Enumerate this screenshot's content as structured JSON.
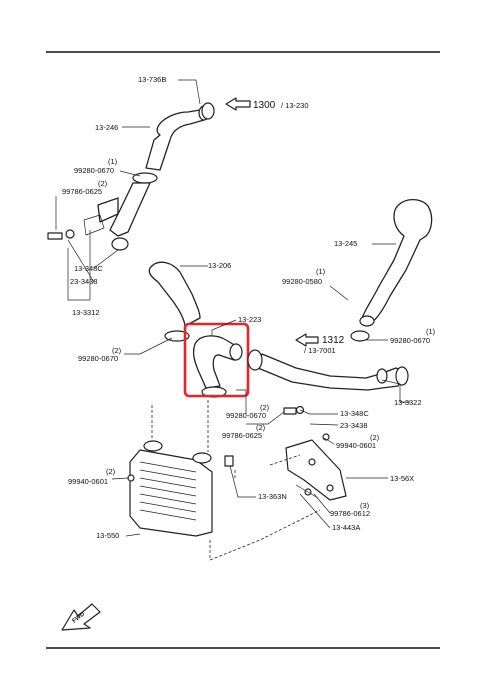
{
  "diagram": {
    "highlight_color": "#e8232a",
    "fwd_label": "FWD",
    "callouts": {
      "p13736b": "13-736B",
      "ref1300": "1300",
      "ref13230": "/ 13-230",
      "p13246": "13-246",
      "q1a": "(1)",
      "p992800670a": "99280-0670",
      "q2a": "(2)",
      "p997860625a": "99786-0625",
      "p13348ca": "13-348C",
      "p233438a": "23-3438",
      "p133312": "13-3312",
      "p13206": "13-206",
      "q2b": "(2)",
      "p992800670b": "99280-0670",
      "p13223": "13-223",
      "p13245": "13-245",
      "q1b": "(1)",
      "p992800580": "99280-0580",
      "q1c": "(1)",
      "p992800670c": "99280-0670",
      "ref1312": "1312",
      "ref137001": "/ 13-7001",
      "q2c": "(2)",
      "p992800670d": "99280-0670",
      "q2d": "(2)",
      "p997860625b": "99786-0625",
      "p13348cb": "13-348C",
      "p233438b": "23-3438",
      "p133322": "13-3322",
      "q2e": "(2)",
      "p999400601a": "99940-0601",
      "q2f": "(2)",
      "p999400601b": "99940-0601",
      "p1356x": "13-56X",
      "p13363n": "13-363N",
      "q3": "(3)",
      "p997860612": "99786-0612",
      "p13443a": "13-443A",
      "p13550": "13-550"
    }
  }
}
